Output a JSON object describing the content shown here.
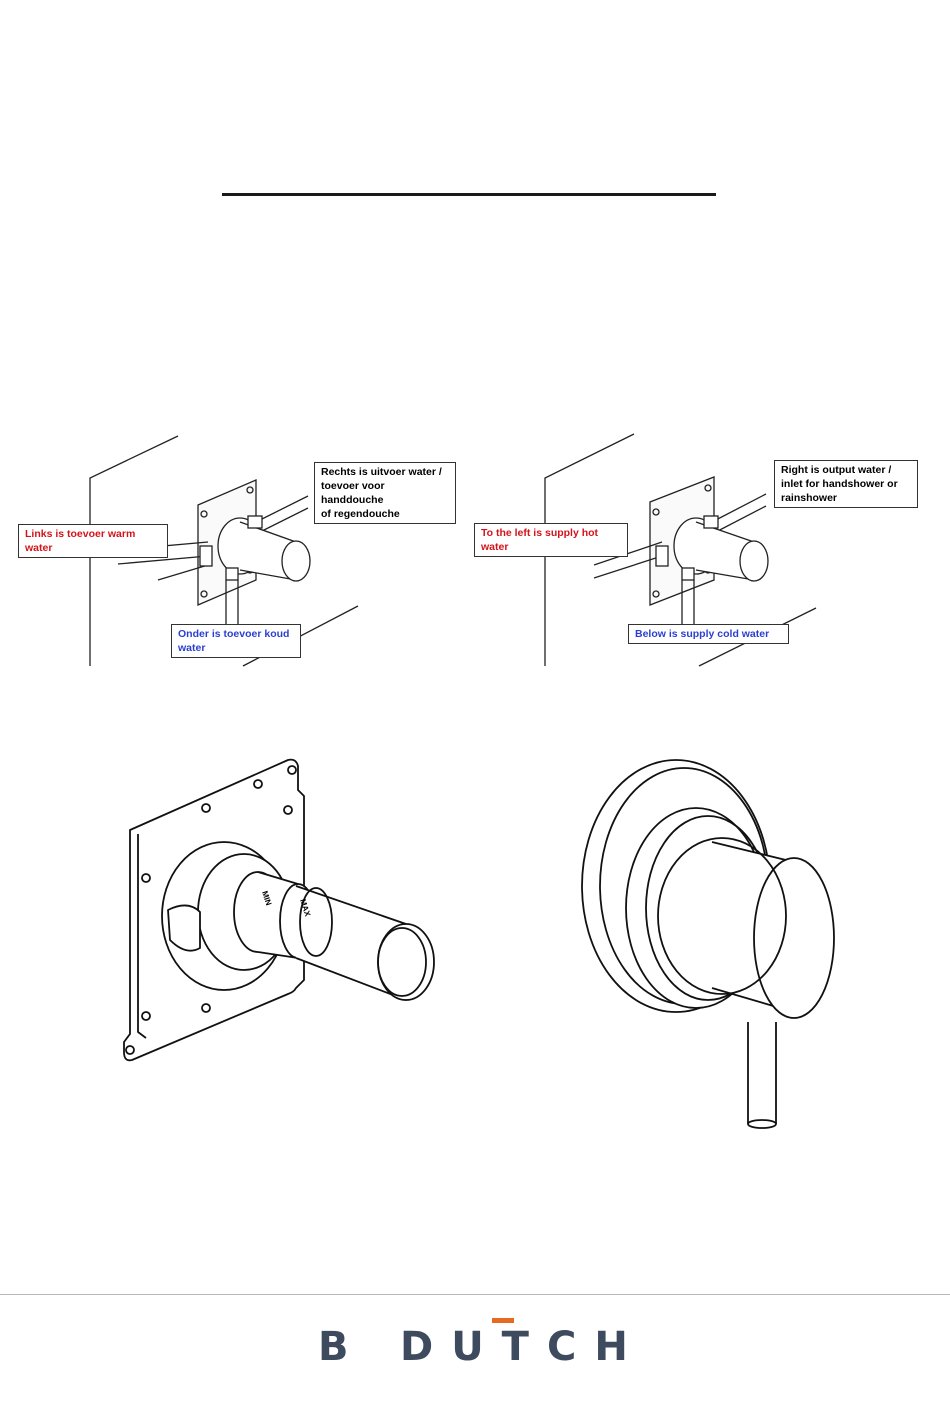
{
  "diagram_nl": {
    "left_label": "Links is toevoer warm water",
    "right_label_lines": [
      "Rechts is uitvoer water /",
      "toevoer voor handdouche",
      "of regendouche"
    ],
    "bottom_label": "Onder is toevoer koud water"
  },
  "diagram_en": {
    "left_label": "To the left is supply hot water",
    "right_label_lines": [
      "Right is output water /",
      "inlet for handshower or",
      "rainshower"
    ],
    "bottom_label": "Below is supply cold water"
  },
  "valve_body": {
    "marking_1": "MIN",
    "marking_2": "MAX"
  },
  "logo": {
    "letter_b": "B",
    "word": "DUTCH",
    "accent_color": "#e56a22",
    "text_color": "#3e4a5e"
  },
  "colors": {
    "label_red": "#d4131b",
    "label_blue": "#2a3fd1"
  }
}
